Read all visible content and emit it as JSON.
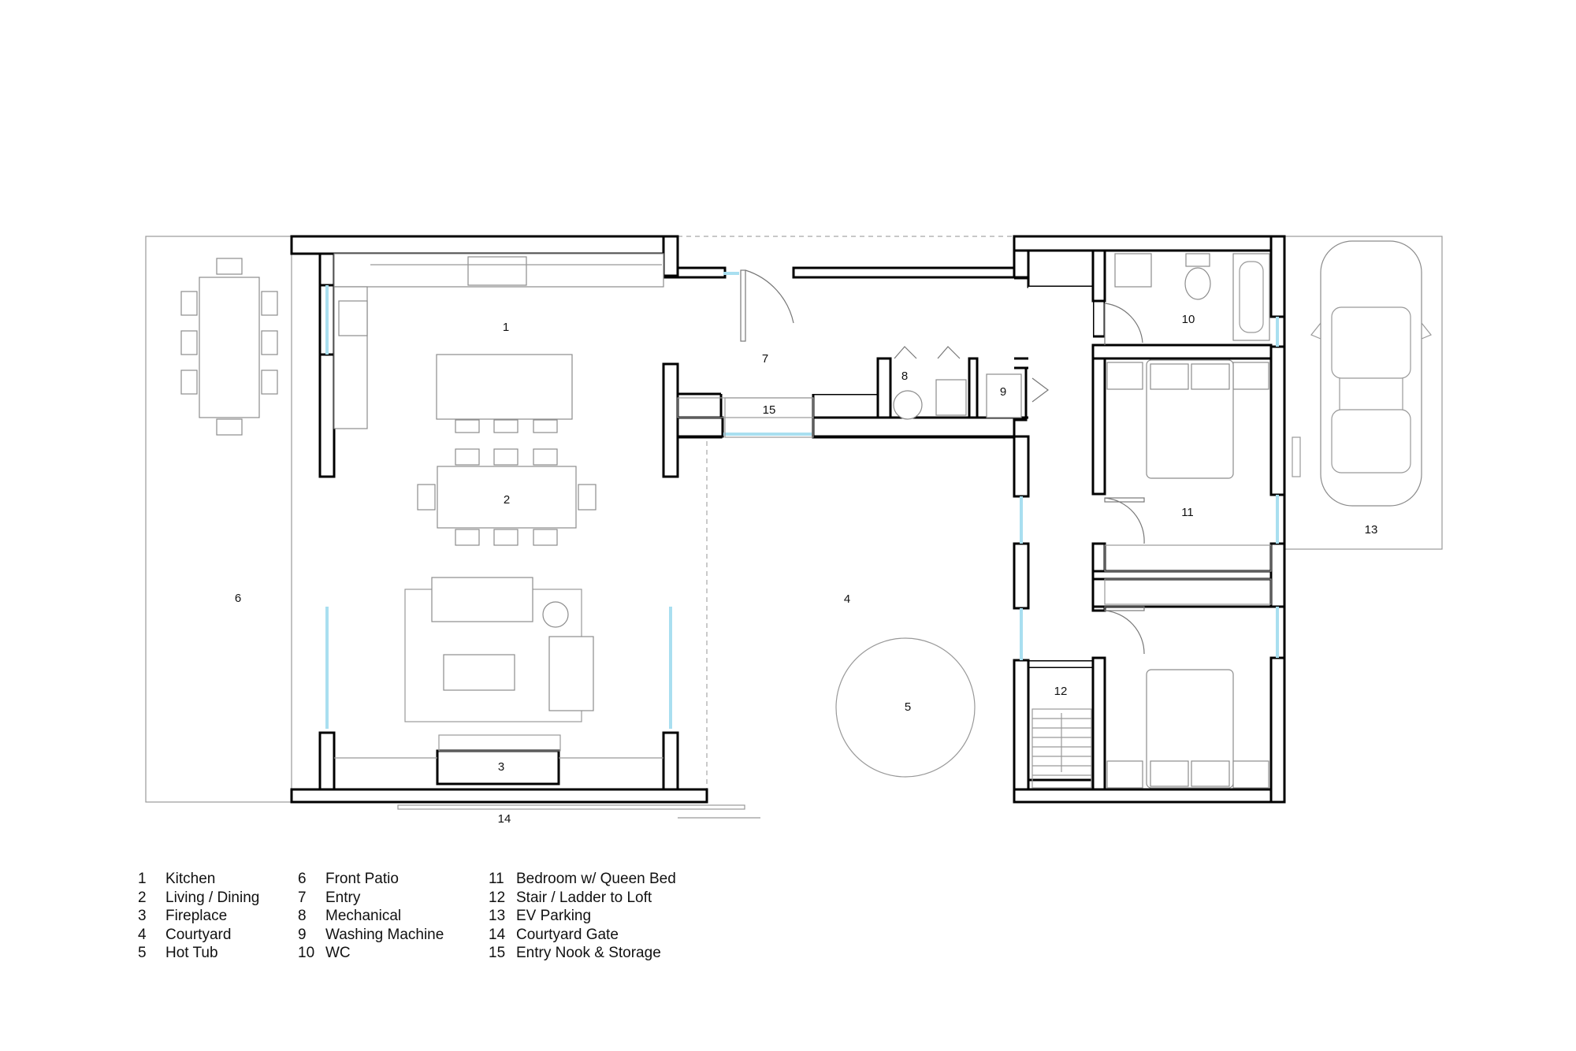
{
  "rooms": {
    "kitchen_num": "1",
    "living_num": "2",
    "fireplace_num": "3",
    "courtyard_num": "4",
    "hottub_num": "5",
    "patio_num": "6",
    "entry_num": "7",
    "mech_num": "8",
    "washer_num": "9",
    "wc_num": "10",
    "bedroom_num": "11",
    "stair_num": "12",
    "ev_num": "13",
    "gate_num": "14",
    "nook_num": "15"
  },
  "legend": [
    {
      "num": "1",
      "label": "Kitchen"
    },
    {
      "num": "2",
      "label": "Living / Dining"
    },
    {
      "num": "3",
      "label": "Fireplace"
    },
    {
      "num": "4",
      "label": "Courtyard"
    },
    {
      "num": "5",
      "label": "Hot Tub"
    },
    {
      "num": "6",
      "label": "Front Patio"
    },
    {
      "num": "7",
      "label": "Entry"
    },
    {
      "num": "8",
      "label": "Mechanical"
    },
    {
      "num": "9",
      "label": "Washing Machine"
    },
    {
      "num": "10",
      "label": "WC"
    },
    {
      "num": "11",
      "label": "Bedroom w/ Queen Bed"
    },
    {
      "num": "12",
      "label": "Stair / Ladder to Loft"
    },
    {
      "num": "13",
      "label": "EV Parking"
    },
    {
      "num": "14",
      "label": "Courtyard Gate"
    },
    {
      "num": "15",
      "label": "Entry Nook & Storage"
    }
  ],
  "colors": {
    "wall": "#000000",
    "glass": "#a9dff0",
    "furniture": "#8c8c8c"
  }
}
